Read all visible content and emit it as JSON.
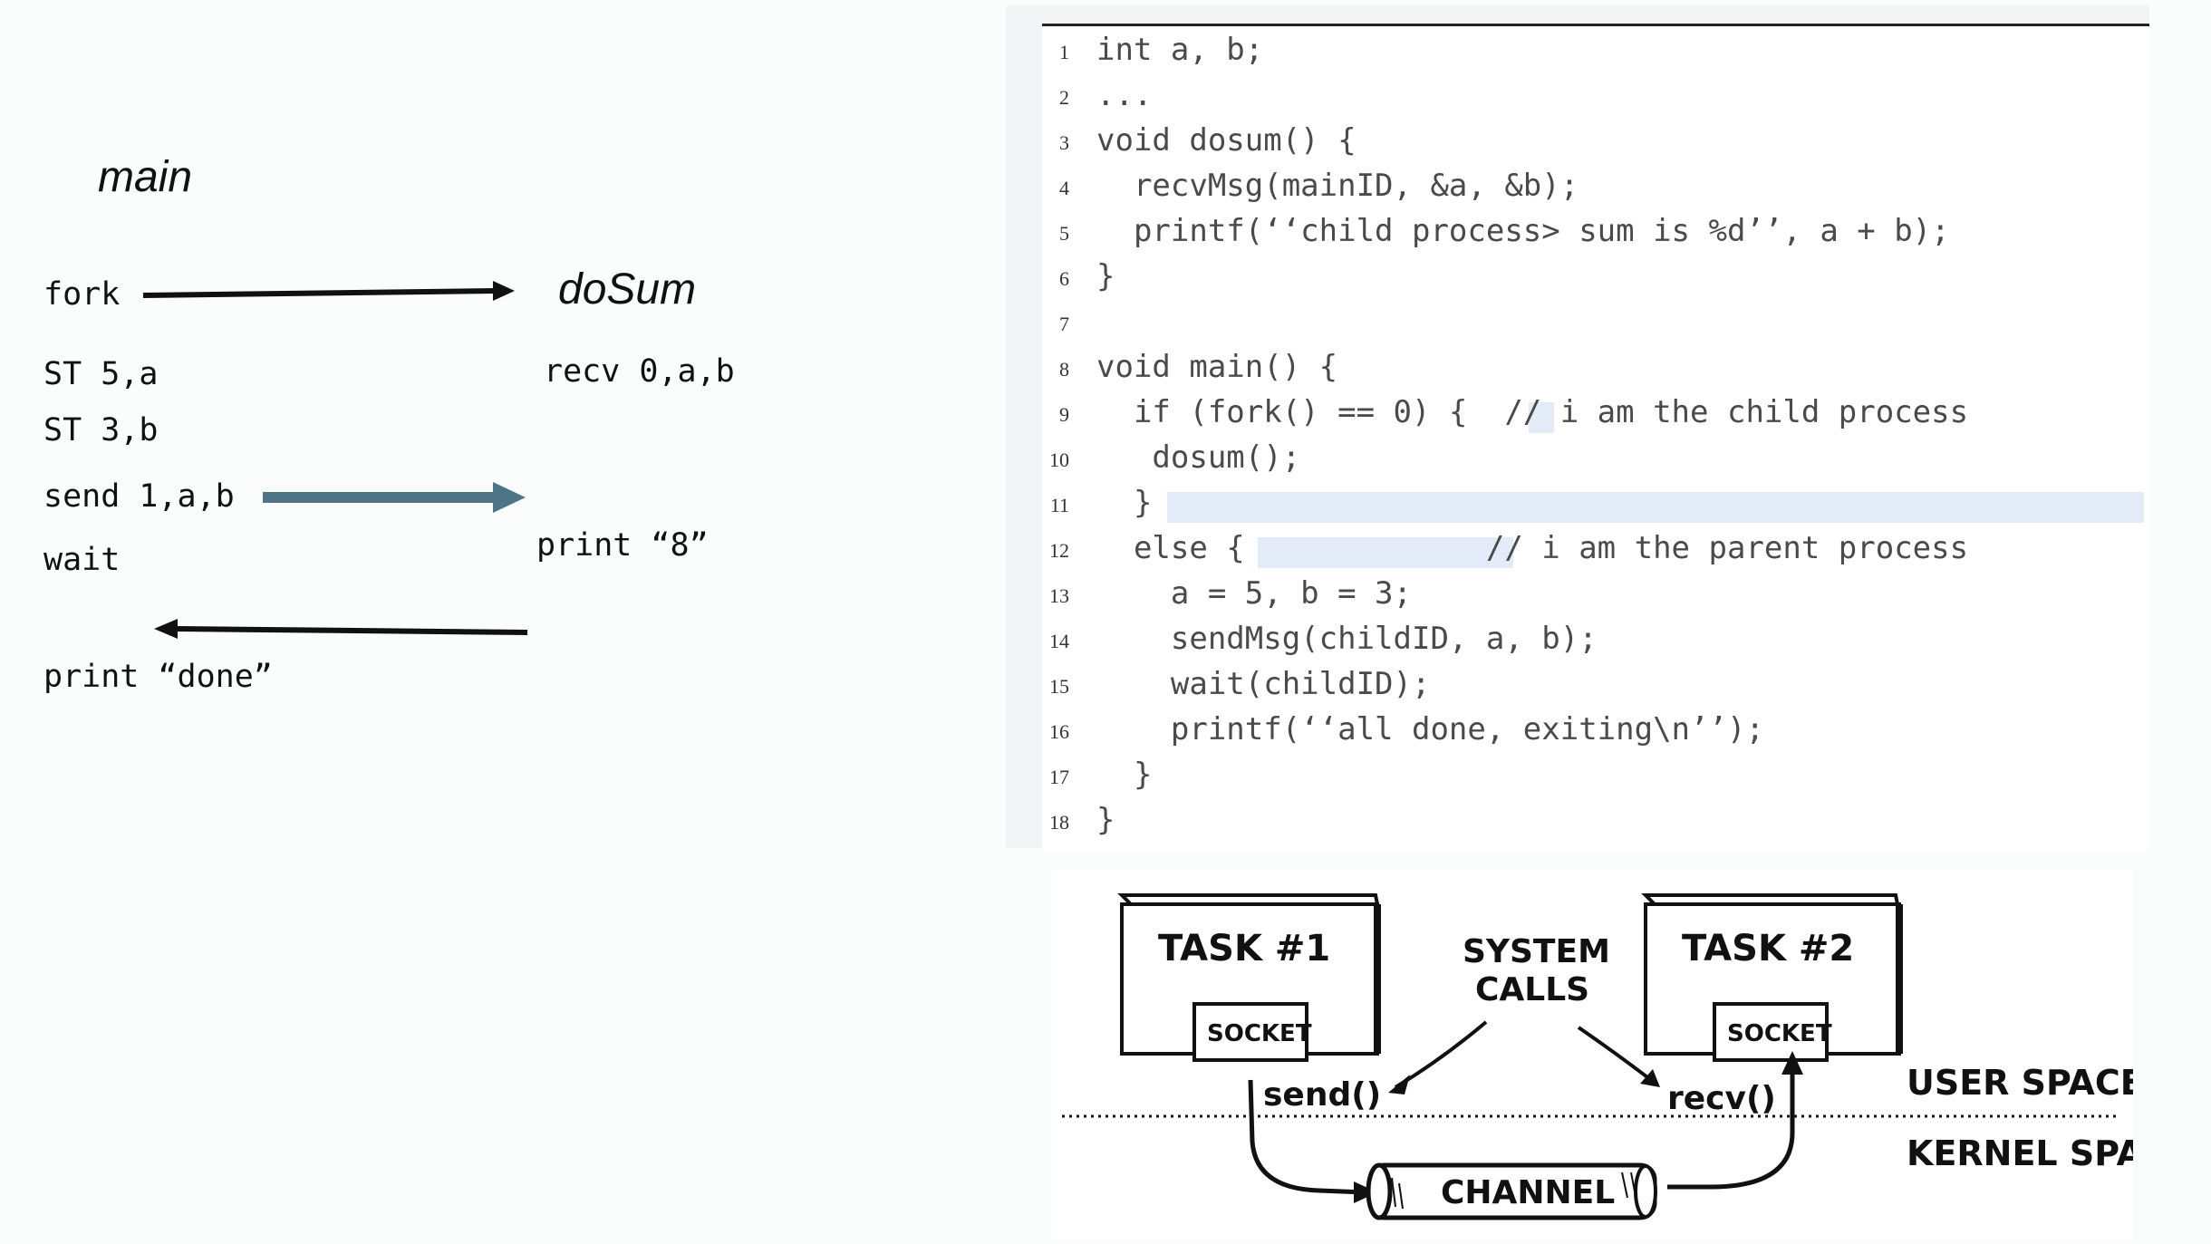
{
  "left": {
    "main_label": "main",
    "dosum_label": "doSum",
    "main_ops": [
      "fork",
      "ST 5,a",
      "ST 3,b",
      "send 1,a,b",
      "wait",
      "print “done”"
    ],
    "child_ops": [
      "recv 0,a,b",
      "print “8”"
    ]
  },
  "code": {
    "lines": [
      {
        "n": "1",
        "text": "int a, b;"
      },
      {
        "n": "2",
        "text": "..."
      },
      {
        "n": "3",
        "text": "void dosum() {"
      },
      {
        "n": "4",
        "text": "  recvMsg(mainID, &a, &b);"
      },
      {
        "n": "5",
        "text": "  printf(‘‘child process> sum is %d’’, a + b);"
      },
      {
        "n": "6",
        "text": "}"
      },
      {
        "n": "7",
        "text": ""
      },
      {
        "n": "8",
        "text": "void main() {"
      },
      {
        "n": "9",
        "text": "  if (fork() == 0) {  // i am the child process"
      },
      {
        "n": "10",
        "text": "   dosum();"
      },
      {
        "n": "11",
        "text": "  }"
      },
      {
        "n": "12",
        "text": "  else {             // i am the parent process"
      },
      {
        "n": "13",
        "text": "    a = 5, b = 3;"
      },
      {
        "n": "14",
        "text": "    sendMsg(childID, a, b);"
      },
      {
        "n": "15",
        "text": "    wait(childID);"
      },
      {
        "n": "16",
        "text": "    printf(‘‘all done, exiting\\n’’);"
      },
      {
        "n": "17",
        "text": "  }"
      },
      {
        "n": "18",
        "text": "}"
      }
    ]
  },
  "sketch": {
    "task1": "TASK #1",
    "task2": "TASK #2",
    "socket1": "SOCKET",
    "socket2": "SOCKET",
    "system_calls_line1": "SYSTEM",
    "system_calls_line2": "CALLS",
    "send": "send()",
    "recv": "recv()",
    "user_space": "USER SPACE",
    "kernel_space": "KERNEL SPACE",
    "channel": "CHANNEL"
  }
}
